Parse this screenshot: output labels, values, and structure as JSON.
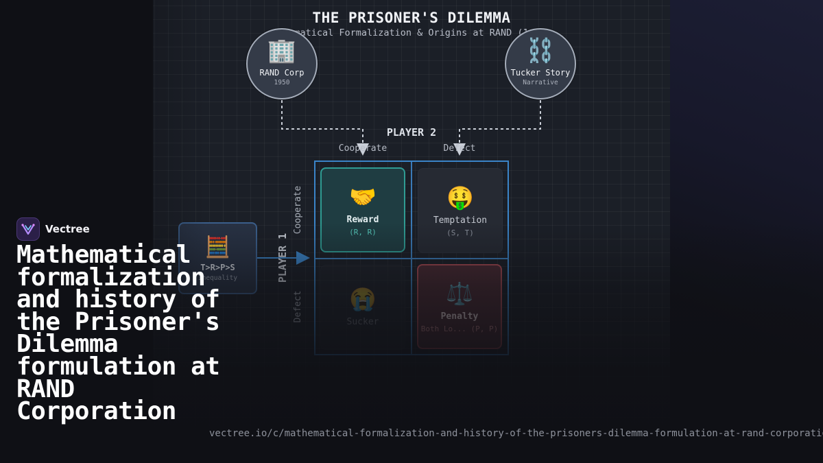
{
  "diagram": {
    "title": "THE PRISONER'S DILEMMA",
    "subtitle": "matical Formalization & Origins at RAND (1",
    "nodes": {
      "rand": {
        "icon": "🏢",
        "label": "RAND Corp",
        "sub": "1950"
      },
      "tucker": {
        "icon": "⛓️",
        "label": "Tucker Story",
        "sub": "Narrative"
      }
    },
    "player2": {
      "label": "PLAYER 2",
      "col_cooperate": "Cooperate",
      "col_defect": "Defect"
    },
    "player1": {
      "label": "PLAYER 1",
      "row_cooperate": "Cooperate",
      "row_defect": "Defect"
    },
    "cells": {
      "reward": {
        "icon": "🤝",
        "title": "Reward",
        "payoff": "(R, R)"
      },
      "temptation": {
        "icon": "🤑",
        "title": "Temptation",
        "payoff": "(S, T)"
      },
      "sucker": {
        "icon": "😭",
        "title": "Sucker",
        "payoff": ""
      },
      "penalty": {
        "icon": "⚖️",
        "title": "Penalty",
        "payoff": "Both Lo... (P, P)"
      }
    },
    "inequality": {
      "icon": "🧮",
      "label": "T>R>P>S",
      "sub": "Inequality"
    },
    "colors": {
      "grid_blue": "#3a84c8",
      "reward_teal": "#2f9c93",
      "penalty_red": "#a74a52",
      "connector": "#c9ced7"
    }
  },
  "brand": {
    "name": "Vectree",
    "logo_icon": "vectree-logo-icon"
  },
  "headline": "Mathematical formalization and history of the Prisoner's Dilemma formulation at RAND Corporation",
  "url": "vectree.io/c/mathematical-formalization-and-history-of-the-prisoners-dilemma-formulation-at-rand-corporation"
}
